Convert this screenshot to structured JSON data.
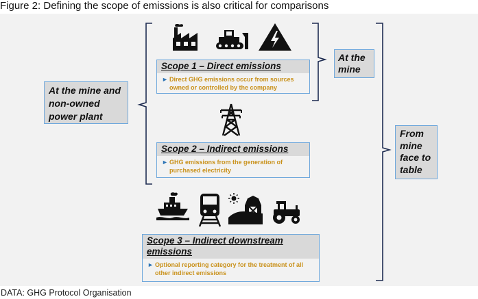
{
  "figure_title": "Figure 2: Defining the scope of emissions is also critical for comparisons",
  "source": "DATA: GHG Protocol Organisation",
  "scopes": [
    {
      "heading": "Scope 1 – Direct emissions",
      "description": [
        "Direct GHG emissions occur from sources",
        "owned or controlled by the company"
      ],
      "icons": [
        "factory-icon",
        "bulldozer-icon",
        "high-voltage-icon"
      ]
    },
    {
      "heading": "Scope 2 – Indirect emissions",
      "description": [
        "GHG emissions from the generation of",
        "purchased electricity"
      ],
      "icons": [
        "power-pylon-icon"
      ]
    },
    {
      "heading": [
        "Scope 3 – Indirect downstream",
        "emissions"
      ],
      "description": [
        "Optional reporting category for the treatment of all",
        "other indirect emissions"
      ],
      "icons": [
        "ship-icon",
        "train-icon",
        "farm-icon",
        "tractor-icon"
      ]
    }
  ],
  "group_labels": {
    "mine_and_power": [
      "At the mine and",
      "non-owned",
      "power plant"
    ],
    "at_mine": [
      "At the",
      "mine"
    ],
    "mine_to_table": [
      "From",
      "mine",
      "face to",
      "table"
    ]
  },
  "bullet_glyph": "►",
  "colors": {
    "box_border": "#6fa8dc",
    "desc_text": "#c9911a",
    "bullet": "#2e75b6",
    "label_fill": "#d9d9d9",
    "panel": "#f2f2f2"
  }
}
